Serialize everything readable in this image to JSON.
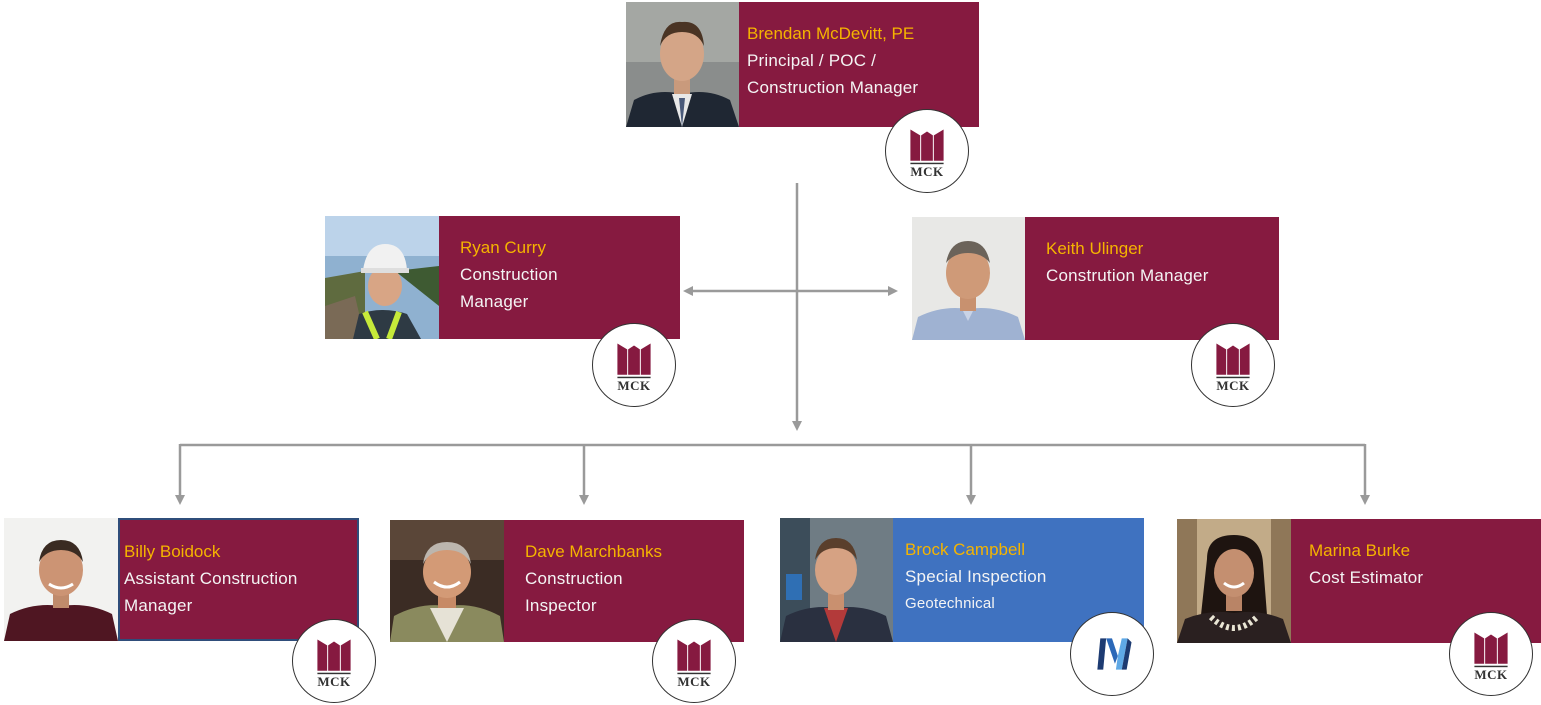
{
  "colors": {
    "maroon": "#861a40",
    "blue": "#3f72c0",
    "name_gold": "#f5b400",
    "connector": "#9a9a9a"
  },
  "logo": {
    "text": "MCK"
  },
  "people": {
    "brendan": {
      "name": "Brendan McDevitt, PE",
      "role_line1": "Principal / POC /",
      "role_line2": "Construction Manager"
    },
    "ryan": {
      "name": "Ryan Curry",
      "role_line1": "Construction",
      "role_line2": "Manager"
    },
    "keith": {
      "name": "Keith Ulinger",
      "role_line1": "Constrution Manager"
    },
    "billy": {
      "name": "Billy Boidock",
      "role_line1": "Assistant Construction",
      "role_line2": "Manager"
    },
    "dave": {
      "name": "Dave Marchbanks",
      "role_line1": "Construction",
      "role_line2": "Inspector"
    },
    "brock": {
      "name": "Brock Campbell",
      "role_line1": "Special Inspection",
      "role_line2": "Geotechnical"
    },
    "marina": {
      "name": "Marina Burke",
      "role_line1": "Cost Estimator"
    }
  }
}
